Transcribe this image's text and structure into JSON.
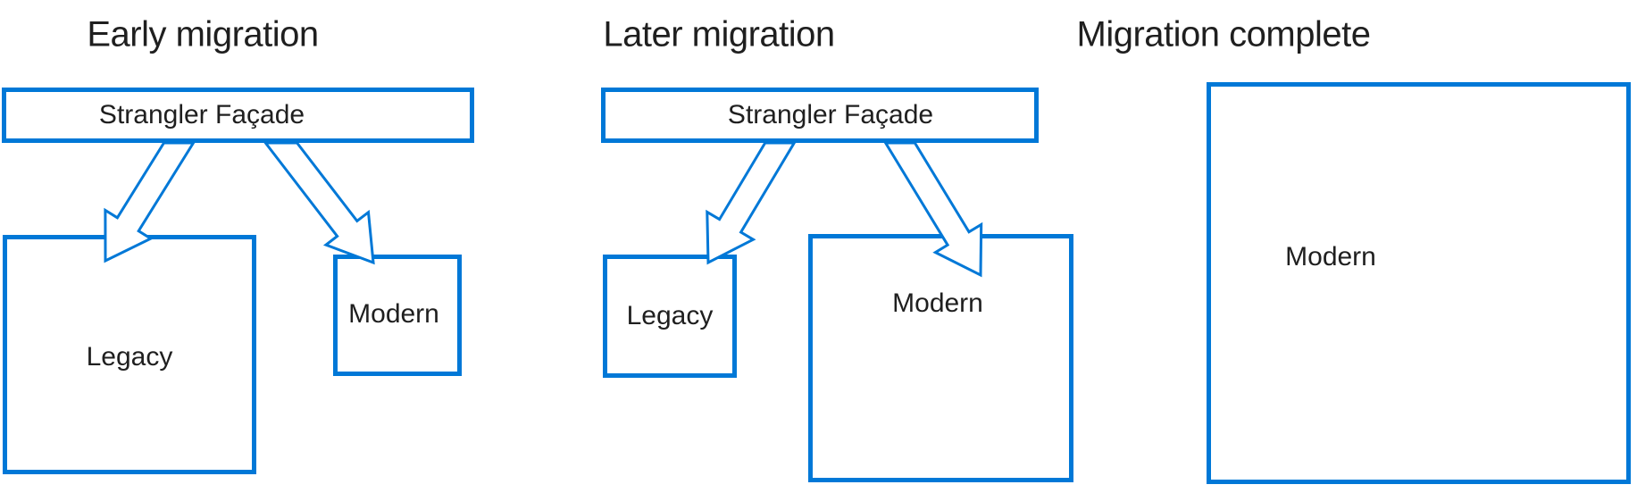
{
  "colors": {
    "accent": "#0078D7",
    "text": "#1f1f1f",
    "background": "#ffffff"
  },
  "panels": [
    {
      "title": "Early migration",
      "facade": {
        "label": "Strangler Façade"
      },
      "legacy": {
        "label": "Legacy"
      },
      "modern": {
        "label": "Modern"
      },
      "arrows": [
        {
          "name": "facade-to-legacy"
        },
        {
          "name": "facade-to-modern"
        }
      ]
    },
    {
      "title": "Later migration",
      "facade": {
        "label": "Strangler Façade"
      },
      "legacy": {
        "label": "Legacy"
      },
      "modern": {
        "label": "Modern"
      },
      "arrows": [
        {
          "name": "facade-to-legacy"
        },
        {
          "name": "facade-to-modern"
        }
      ]
    },
    {
      "title": "Migration complete",
      "modern": {
        "label": "Modern"
      }
    }
  ]
}
